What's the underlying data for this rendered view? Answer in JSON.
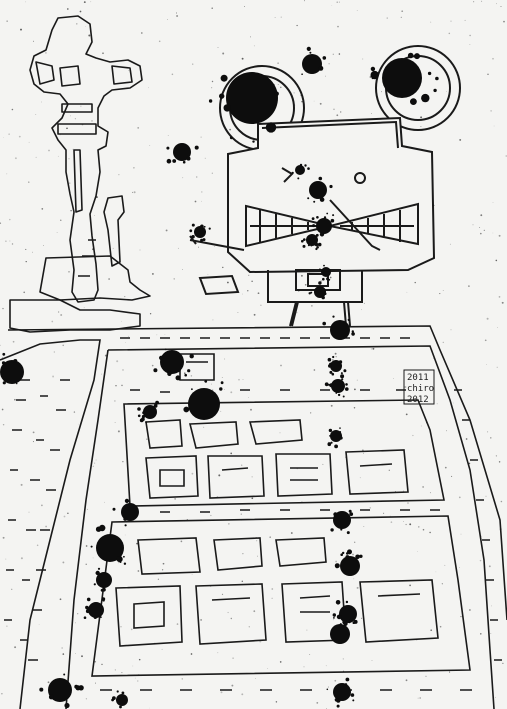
{
  "artwork": {
    "signature_lines": [
      "2011",
      "chiro",
      "2012"
    ],
    "colors": {
      "paper": "#f4f4f2",
      "ink": "#1a1a1a",
      "splatter": "#0d0d0d"
    }
  }
}
